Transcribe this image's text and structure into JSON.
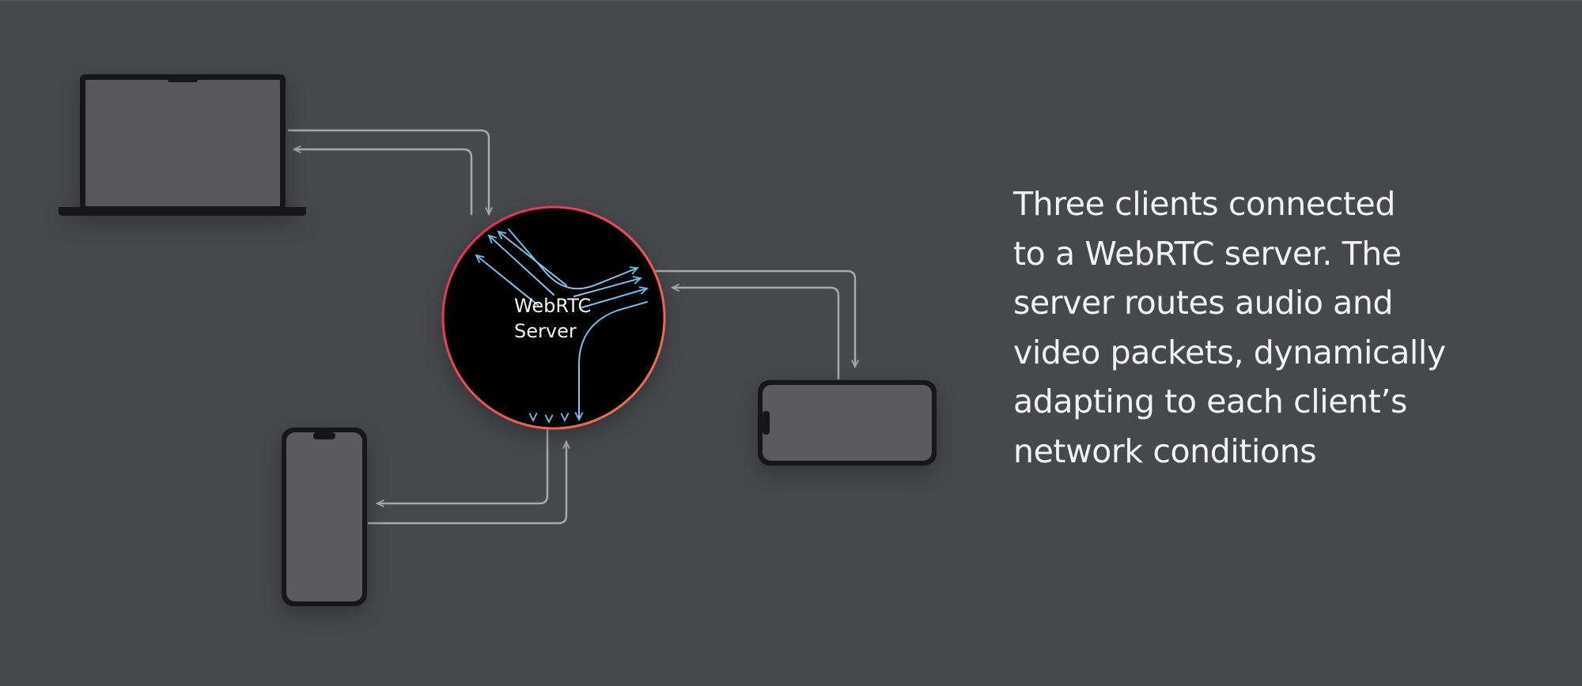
{
  "server": {
    "label_line1": "WebRTC",
    "label_line2": "Server"
  },
  "caption": {
    "lines": [
      "Three clients connected",
      "to a WebRTC server. The",
      "server routes audio and",
      "video packets, dynamically",
      "adapting to each client’s",
      "network conditions"
    ]
  },
  "colors": {
    "background": "#47484c",
    "device_screen": "#58585c",
    "device_frame": "#18191b",
    "connector": "#a8a9ad",
    "server_fill": "#000000",
    "server_ring_start": "#e4255f",
    "server_ring_end": "#f27a4b",
    "packet_flow": "#72b6e8"
  }
}
